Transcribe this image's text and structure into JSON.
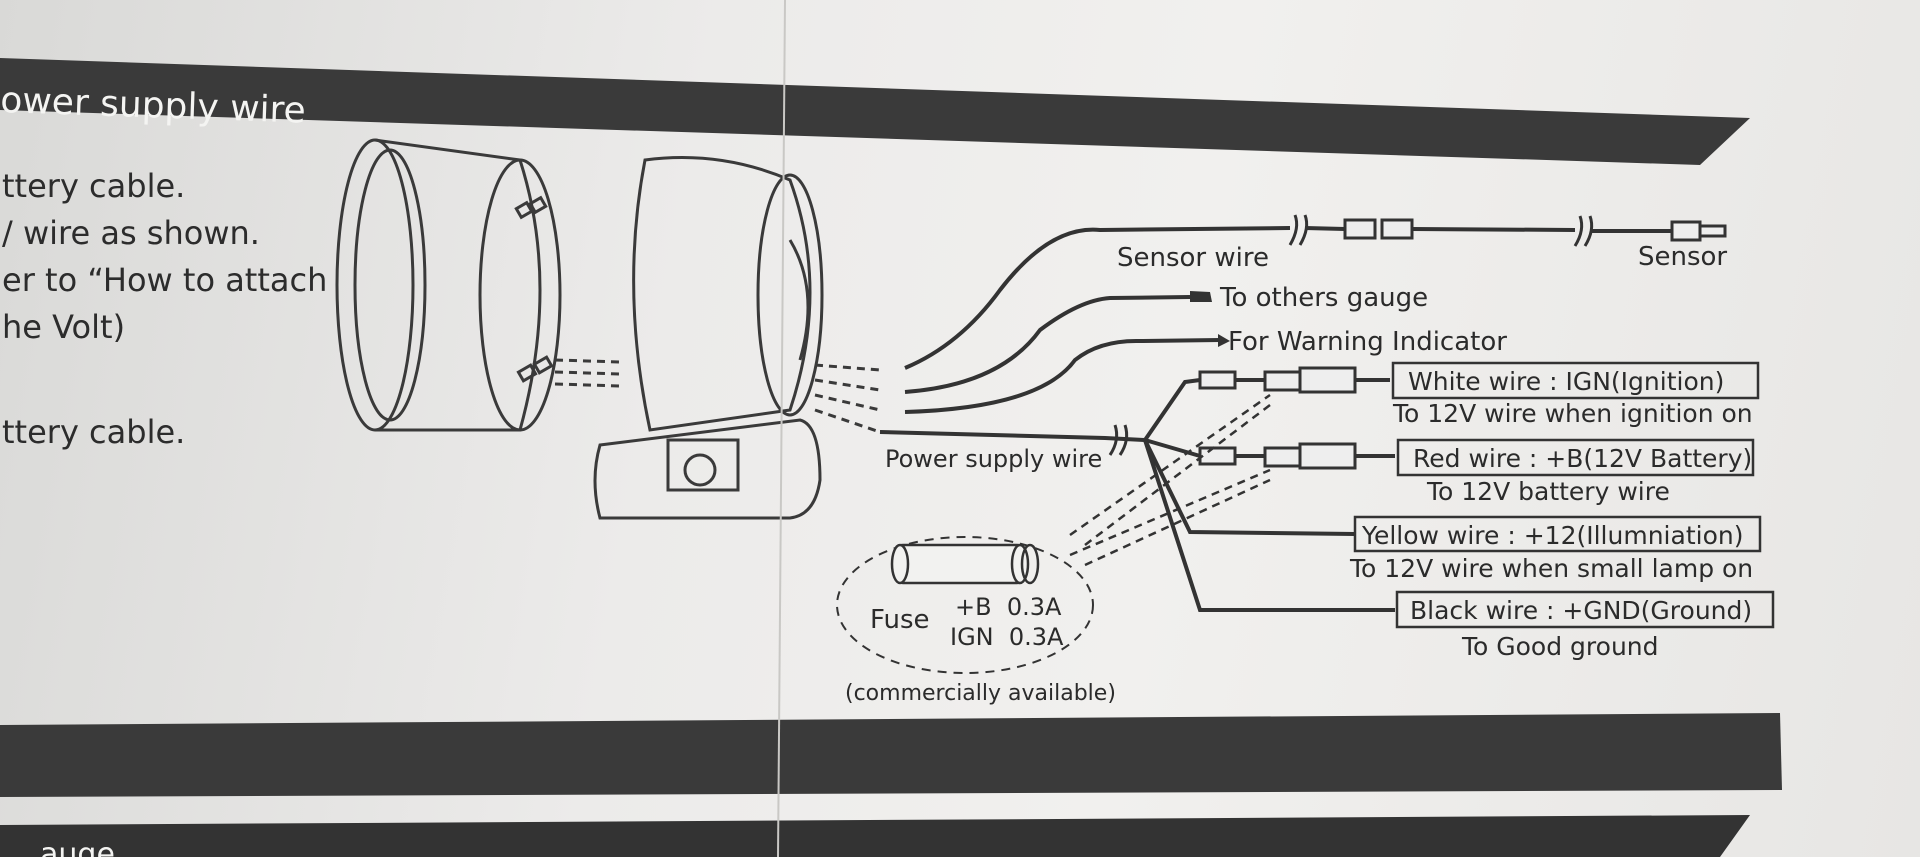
{
  "header": {
    "title": "ower supply wire"
  },
  "left_text": {
    "line1": "ttery cable.",
    "line2": "/ wire as shown.",
    "line3": "er to “How to attach",
    "line4": "he Volt)",
    "line5": "ttery cable."
  },
  "diagram": {
    "sensor_wire": "Sensor wire",
    "sensor": "Sensor",
    "others_gauge": "To others gauge",
    "warning": "For Warning Indicator",
    "power_supply": "Power supply wire",
    "white_box": "White wire : IGN(Ignition)",
    "white_desc": "To 12V wire when ignition on",
    "red_box": "Red wire : +B(12V Battery)",
    "red_desc": "To 12V battery wire",
    "yellow_box": "Yellow wire : +12(Illumniation)",
    "yellow_desc": "To 12V wire when small lamp on",
    "black_box": "Black wire : +GND(Ground)",
    "black_desc": "To Good ground",
    "fuse_label": "Fuse",
    "fuse_b": "+B  0.3A",
    "fuse_ign": "IGN  0.3A",
    "commercial": "(commercially available)"
  },
  "footer": {
    "partial": "auge"
  }
}
